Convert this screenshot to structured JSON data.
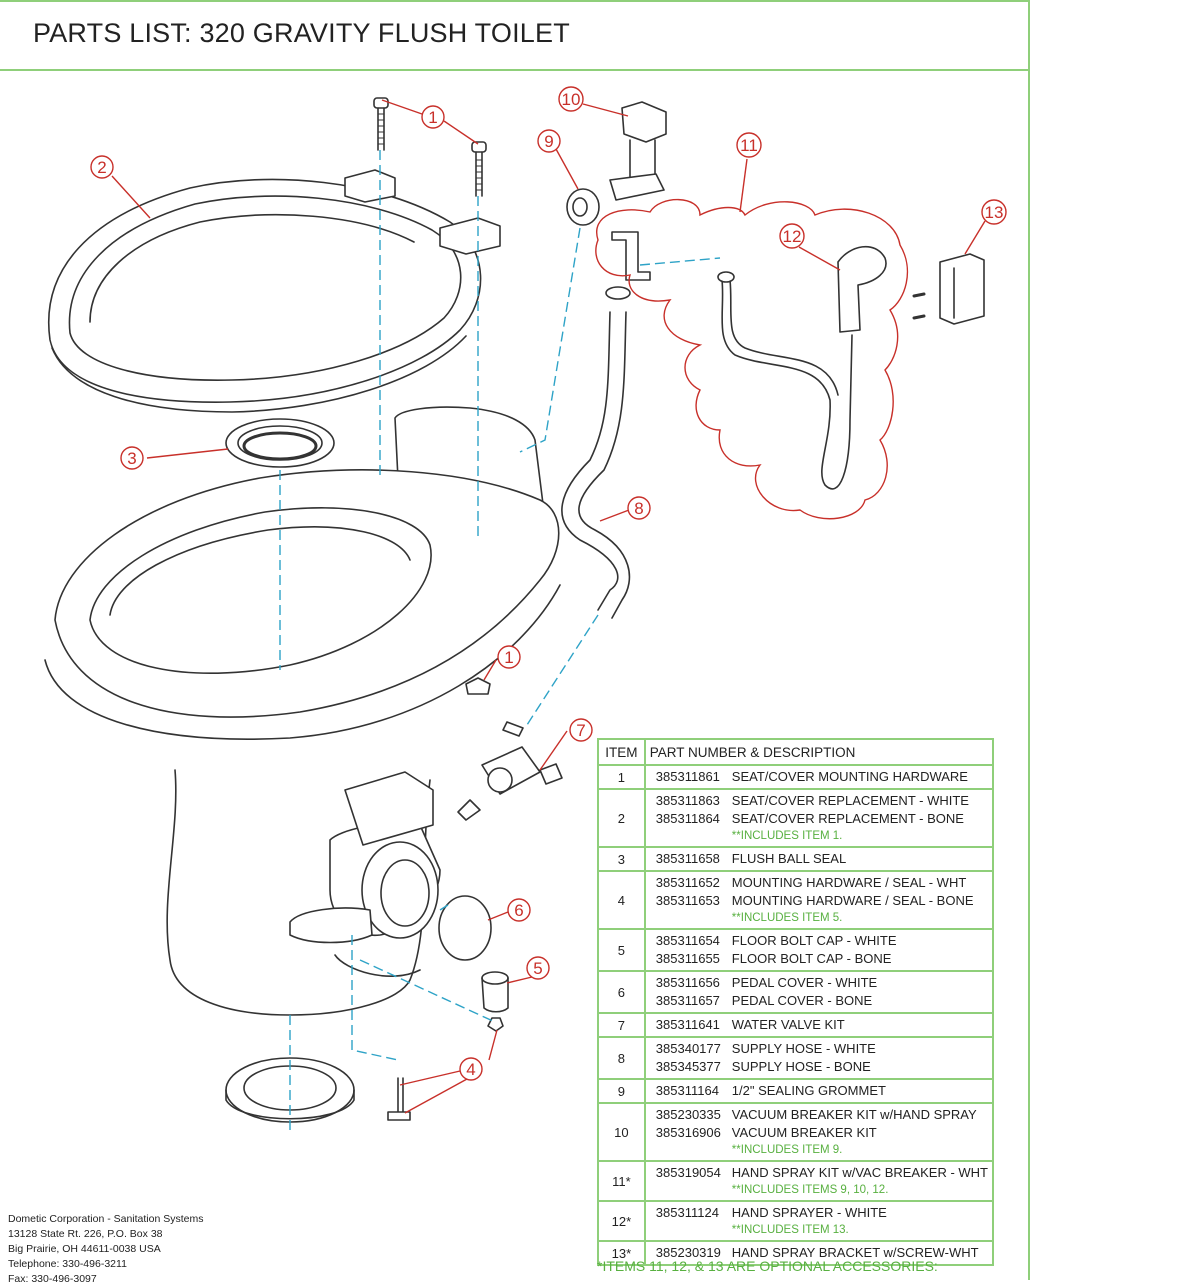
{
  "title": "PARTS LIST:  320 GRAVITY FLUSH TOILET",
  "callouts": [
    "1",
    "2",
    "3",
    "1",
    "4",
    "5",
    "6",
    "7",
    "8",
    "9",
    "10",
    "11",
    "12",
    "13"
  ],
  "table": {
    "headers": [
      "ITEM",
      "PART NUMBER & DESCRIPTION"
    ],
    "rows": [
      {
        "item": "1",
        "lines": [
          {
            "pn": "385311861",
            "desc": "SEAT/COVER MOUNTING HARDWARE"
          }
        ],
        "note": ""
      },
      {
        "item": "2",
        "lines": [
          {
            "pn": "385311863",
            "desc": "SEAT/COVER REPLACEMENT - WHITE"
          },
          {
            "pn": "385311864",
            "desc": "SEAT/COVER REPLACEMENT - BONE"
          }
        ],
        "note": "**INCLUDES ITEM 1."
      },
      {
        "item": "3",
        "lines": [
          {
            "pn": "385311658",
            "desc": "FLUSH BALL SEAL"
          }
        ],
        "note": ""
      },
      {
        "item": "4",
        "lines": [
          {
            "pn": "385311652",
            "desc": "MOUNTING HARDWARE / SEAL - WHT"
          },
          {
            "pn": "385311653",
            "desc": "MOUNTING HARDWARE / SEAL - BONE"
          }
        ],
        "note": "**INCLUDES ITEM 5."
      },
      {
        "item": "5",
        "lines": [
          {
            "pn": "385311654",
            "desc": "FLOOR BOLT CAP - WHITE"
          },
          {
            "pn": "385311655",
            "desc": "FLOOR BOLT CAP - BONE"
          }
        ],
        "note": ""
      },
      {
        "item": "6",
        "lines": [
          {
            "pn": "385311656",
            "desc": "PEDAL COVER - WHITE"
          },
          {
            "pn": "385311657",
            "desc": "PEDAL COVER - BONE"
          }
        ],
        "note": ""
      },
      {
        "item": "7",
        "lines": [
          {
            "pn": "385311641",
            "desc": "WATER VALVE KIT"
          }
        ],
        "note": ""
      },
      {
        "item": "8",
        "lines": [
          {
            "pn": "385340177",
            "desc": "SUPPLY HOSE - WHITE"
          },
          {
            "pn": "385345377",
            "desc": "SUPPLY HOSE - BONE"
          }
        ],
        "note": ""
      },
      {
        "item": "9",
        "lines": [
          {
            "pn": "385311164",
            "desc": "1/2\" SEALING GROMMET"
          }
        ],
        "note": ""
      },
      {
        "item": "10",
        "lines": [
          {
            "pn": "385230335",
            "desc": "VACUUM BREAKER KIT w/HAND SPRAY"
          },
          {
            "pn": "385316906",
            "desc": "VACUUM BREAKER KIT"
          }
        ],
        "note": "**INCLUDES ITEM 9."
      },
      {
        "item": "11*",
        "lines": [
          {
            "pn": "385319054",
            "desc": "HAND SPRAY KIT w/VAC BREAKER - WHT"
          }
        ],
        "note": "**INCLUDES ITEMS 9, 10, 12."
      },
      {
        "item": "12*",
        "lines": [
          {
            "pn": "385311124",
            "desc": "HAND SPRAYER - WHITE"
          }
        ],
        "note": "**INCLUDES ITEM 13."
      },
      {
        "item": "13*",
        "lines": [
          {
            "pn": "385230319",
            "desc": "HAND SPRAY BRACKET w/SCREW-WHT"
          }
        ],
        "note": ""
      }
    ],
    "footnote": "*ITEMS 11, 12, & 13 ARE OPTIONAL ACCESSORIES:"
  },
  "company": [
    "Dometic Corporation - Sanitation Systems",
    "13128 State Rt. 226, P.O. Box 38",
    "Big Prairie, OH 44611-0038 USA",
    "Telephone: 330-496-3211",
    "Fax: 330-496-3097"
  ],
  "colors": {
    "frame": "#8fcf7a",
    "callout": "#c8302a",
    "leader": "#2ea3c7",
    "note": "#58b040"
  }
}
